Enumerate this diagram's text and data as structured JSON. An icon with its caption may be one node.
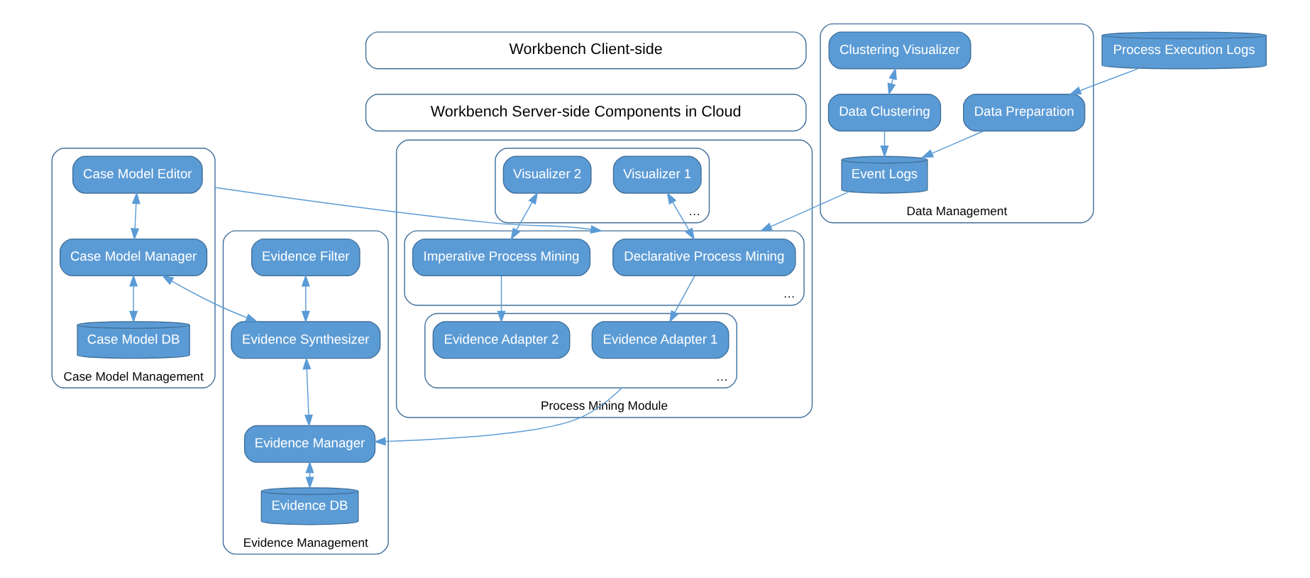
{
  "diagram": {
    "nodes": [
      {
        "text": [
          "Workbench Client-side"
        ]
      },
      {
        "text": [
          "Workbench Server-side Components in Cloud"
        ]
      },
      {
        "text": [
          "Case Model Management"
        ]
      },
      {
        "text": [
          "Case Model Editor"
        ],
        "in": 2
      },
      {
        "text": [
          "Case Model Manager"
        ],
        "in": 2
      },
      {
        "text": [
          "Case Model DB"
        ],
        "in": 2
      },
      {
        "text": [
          "Evidence Management"
        ]
      },
      {
        "text": [
          "Evidence Filter"
        ],
        "in": 6
      },
      {
        "text": [
          "Evidence Synthesizer"
        ],
        "in": 6
      },
      {
        "text": [
          "Evidence Manager"
        ],
        "in": 6
      },
      {
        "text": [
          "Evidence DB"
        ],
        "in": 6
      },
      {
        "text": [
          "Process Mining Module"
        ]
      },
      {
        "text": [
          "…"
        ],
        "in": 11
      },
      {
        "text": [
          "Visualizer 1"
        ],
        "in": 12
      },
      {
        "text": [
          "Visualizer 2"
        ],
        "in": 12
      },
      {
        "text": [
          "…"
        ],
        "in": 11
      },
      {
        "text": [
          "Declarative Process Mining"
        ],
        "in": 15
      },
      {
        "text": [
          "Imperative Process Mining"
        ],
        "in": 15
      },
      {
        "text": [
          "…"
        ],
        "in": 11
      },
      {
        "text": [
          "Evidence Adapter 1"
        ],
        "in": 18
      },
      {
        "text": [
          "Evidence Adapter 2"
        ],
        "in": 18
      },
      {
        "text": [
          "Data Management"
        ]
      },
      {
        "text": [
          "Clustering Visualizer"
        ],
        "in": 21
      },
      {
        "text": [
          "Data Clustering"
        ],
        "in": 21
      },
      {
        "text": [
          "Event Logs"
        ],
        "in": 21
      },
      {
        "text": [
          "Data Preparation"
        ],
        "in": 21
      },
      {
        "text": [
          "Process Execution Logs"
        ]
      }
    ],
    "edges": [
      {
        "from": 3,
        "to": 4,
        "arrow": "both"
      },
      {
        "from": 4,
        "to": 8,
        "arrow": "both"
      },
      {
        "from": 4,
        "to": 5,
        "arrow": "both"
      },
      {
        "from": 7,
        "to": 8,
        "arrow": "both"
      },
      {
        "from": 8,
        "to": 9,
        "arrow": "both"
      },
      {
        "from": 9,
        "to": 10,
        "arrow": "both"
      },
      {
        "from": 13,
        "to": 16,
        "arrow": "both"
      },
      {
        "from": 14,
        "to": 17,
        "arrow": "both"
      },
      {
        "from": 16,
        "to": 19,
        "arrow": "to"
      },
      {
        "from": 17,
        "to": 20,
        "arrow": "to"
      },
      {
        "from": 18,
        "to": 9,
        "arrow": "to"
      },
      {
        "from": 2,
        "to": 15,
        "arrow": "to"
      },
      {
        "from": 24,
        "to": 15,
        "arrow": "to"
      },
      {
        "from": 22,
        "to": 23,
        "arrow": "both"
      },
      {
        "from": 23,
        "to": 24,
        "arrow": "to"
      },
      {
        "from": 25,
        "to": 24,
        "arrow": "to"
      },
      {
        "from": 26,
        "to": 25,
        "arrow": "to"
      }
    ]
  }
}
